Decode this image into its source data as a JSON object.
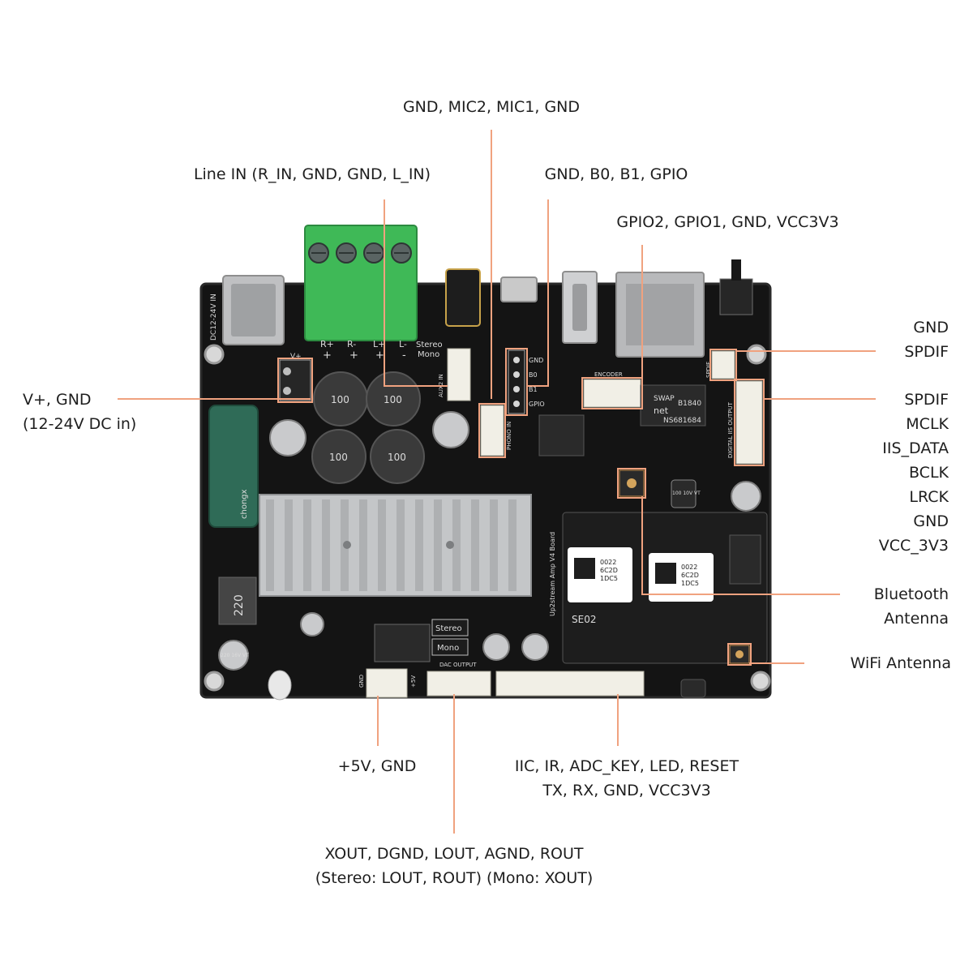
{
  "colors": {
    "leader": "#f0a27f",
    "pcb": "#141414",
    "heatsink": "#c4c6c8",
    "terminal": "#3fb957",
    "connector": "#f1efe6",
    "text": "#1e1e1e"
  },
  "callouts": {
    "mic": [
      "GND, MIC2, MIC1, GND"
    ],
    "line_in": [
      "Line IN (R_IN, GND, GND, L_IN)"
    ],
    "gpio_b": [
      "GND, B0, B1, GPIO"
    ],
    "gpio2": [
      "GPIO2, GPIO1, GND, VCC3V3"
    ],
    "spdif_out": [
      "GND",
      "SPDIF"
    ],
    "power_in": [
      "V+, GND",
      "(12-24V DC in)"
    ],
    "iis_out": [
      "SPDIF",
      "MCLK",
      "IIS_DATA",
      "BCLK",
      "LRCK",
      "GND",
      "VCC_3V3"
    ],
    "bt_antenna": [
      "Bluetooth",
      "Antenna"
    ],
    "wifi_antenna": [
      "WiFi Antenna"
    ],
    "five_v": [
      "+5V, GND"
    ],
    "iic": [
      "IIC, IR, ADC_KEY, LED, RESET",
      "TX, RX, GND, VCC3V3"
    ],
    "dac_out": [
      "XOUT, DGND, LOUT, AGND, ROUT",
      "(Stereo: LOUT, ROUT) (Mono: XOUT)"
    ]
  },
  "board": {
    "dc_in": "DC12-24V IN",
    "vplus": "V+",
    "terminal_top": [
      "R+",
      "R-",
      "L+",
      "L-"
    ],
    "terminal_signs": [
      "+",
      "+",
      "+",
      "-"
    ],
    "stereo": "Stereo",
    "mono": "Mono",
    "aux_in": "AUX2 IN",
    "phono": "PHONO IN",
    "gpio_pins": [
      "GND",
      "B0",
      "B1",
      "GPIO"
    ],
    "encoder": "ENCODER",
    "spdif": "SPDIF",
    "digital_iis": "DIGITAL IIS OUTPUT",
    "chip_brand": "SWAP",
    "chip_net": "net",
    "chip_code": "B1840",
    "chip_part": "NS681684",
    "inductor": "100",
    "inductor_left": "220",
    "cap_small": "100 10V VT",
    "cap_left": "220 16V VT",
    "board_name": "Up2stream Amp V4 Board",
    "module_code": "SE02",
    "qr1": [
      "0022",
      "6C2D",
      "1DC5"
    ],
    "qr2": [
      "0022",
      "6C2D",
      "1DC5"
    ],
    "dac_output": "DAC OUTPUT",
    "switch_stereo": "Stereo",
    "switch_mono": "Mono",
    "gnd_small": "GND",
    "plus5v_small": "+5V",
    "cap_brand": "chongx"
  }
}
